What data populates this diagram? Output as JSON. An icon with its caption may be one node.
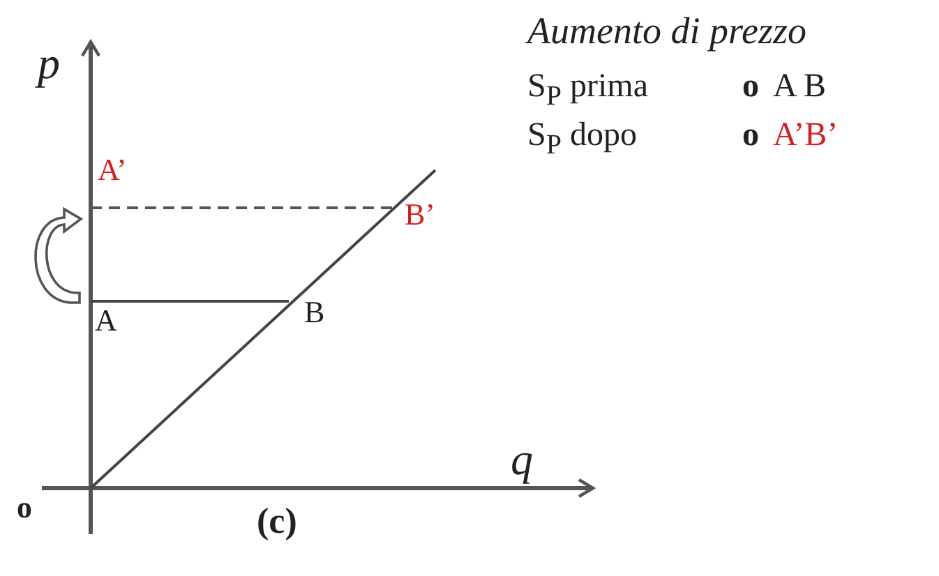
{
  "diagram": {
    "labels": [
      "p",
      "A’",
      "A",
      "B’",
      "B",
      "o",
      "q",
      "(c)",
      "Aumento di prezzo",
      "S$_{P}$ prima",
      "o",
      "A B",
      "S$_{P}$ dopo",
      "o",
      "A’B’"
    ]
  }
}
